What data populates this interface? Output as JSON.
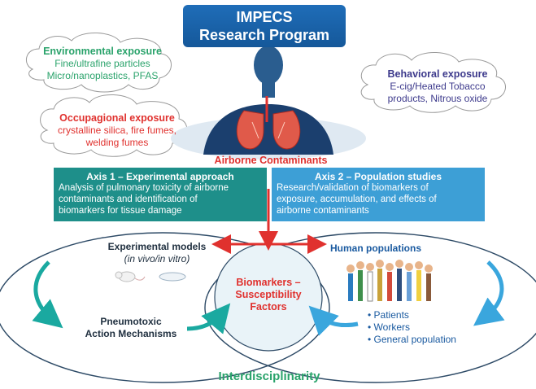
{
  "title": {
    "line1": "IMPECS",
    "line2": "Research Program"
  },
  "environmental": {
    "title": "Environmental exposure",
    "line1": "Fine/ultrafine particles",
    "line2": "Micro/nanoplastics, PFAS"
  },
  "occupational": {
    "title": "Occupagional exposure",
    "line1": "crystalline silica, fire fumes,",
    "line2": "welding fumes"
  },
  "behavioral": {
    "title": "Behavioral exposure",
    "line1": "E-cig/Heated Tobacco",
    "line2": "products, Nitrous oxide"
  },
  "airborne_label": "Airborne Contaminants",
  "axis1": {
    "title": "Axis 1 – Experimental approach",
    "line1": "Analysis of pulmonary toxicity of airborne",
    "line2": "contaminants and identification of",
    "line3": "biomarkers for tissue damage"
  },
  "axis2": {
    "title": "Axis 2 – Population studies",
    "line1": "Research/validation of biomarkers of",
    "line2": "exposure, accumulation, and effects of",
    "line3": "airborne contaminants"
  },
  "left": {
    "models_title": "Experimental models",
    "models_sub": "(in vivo/in vitro)",
    "mech1": "Pneumotoxic",
    "mech2": "Action Mechanisms"
  },
  "center": {
    "line1": "Biomarkers –",
    "line2": "Susceptibility",
    "line3": "Factors"
  },
  "right": {
    "title": "Human populations",
    "items": [
      "Patients",
      "Workers",
      "General population"
    ]
  },
  "bottom_label": "Interdisciplinarity",
  "colors": {
    "title_blue": "#1a63a8",
    "green": "#2aa36b",
    "red": "#e0312e",
    "purple": "#3d3a8c",
    "axis1": "#1e8f8a",
    "axis2": "#3d9fd6",
    "teal": "#1aa9a0",
    "light_blue": "#3aa6dd"
  }
}
